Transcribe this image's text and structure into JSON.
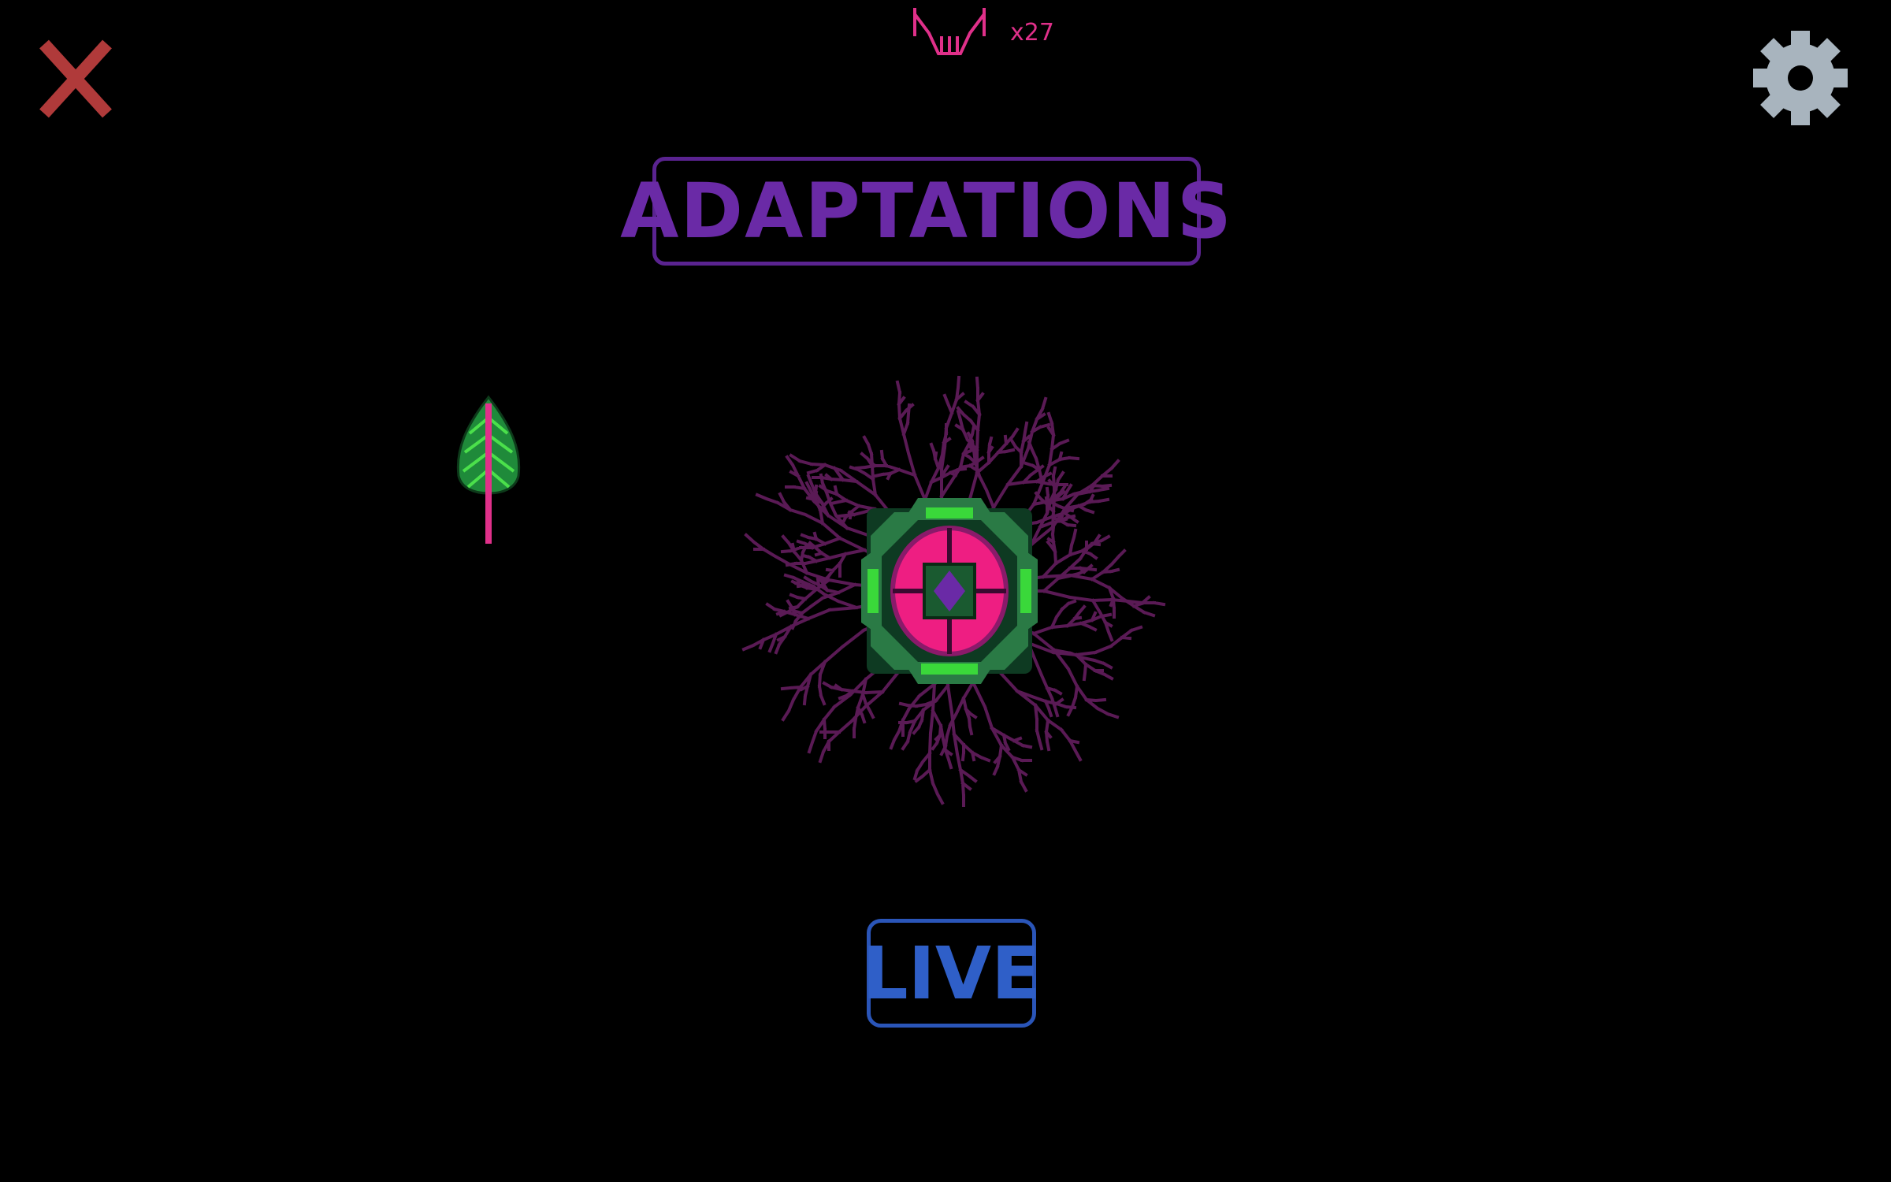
{
  "header": {
    "currency_icon": "fangs-icon",
    "currency_count": "x27",
    "close_icon": "close-icon",
    "settings_icon": "gear-icon"
  },
  "title": "ADAPTATIONS",
  "adaptation_item": {
    "icon": "leaf-icon"
  },
  "live_button": "LIVE",
  "colors": {
    "close": "#b03a3a",
    "gear": "#a8b4be",
    "currency": "#e0308a",
    "title": "#6a2aa6",
    "live": "#2f5fc8",
    "roots": "#5a1a55",
    "shell": "#2a7a45",
    "core": "#ee1e82"
  }
}
